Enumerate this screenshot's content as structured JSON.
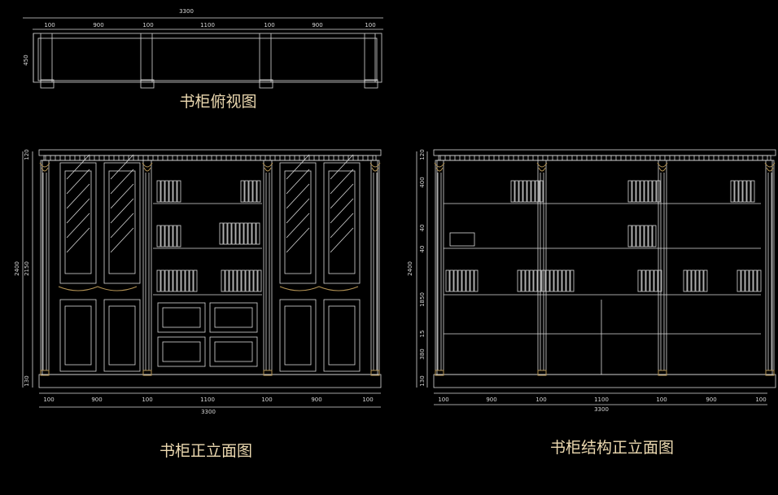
{
  "titles": {
    "top_view": "书柜俯视图",
    "front_elevation": "书柜正立面图",
    "structure_elevation": "书柜结构正立面图"
  },
  "top_view_dims": {
    "total": "3300",
    "segments": [
      "100",
      "900",
      "100",
      "1100",
      "100",
      "900",
      "100"
    ],
    "depth": "450"
  },
  "front_dims": {
    "total": "3300",
    "segments": [
      "100",
      "900",
      "100",
      "1100",
      "100",
      "900",
      "100"
    ],
    "height_total": "2400",
    "height_inner": "2150",
    "top": "120",
    "base": "130"
  },
  "structure_dims": {
    "total": "3300",
    "segments": [
      "100",
      "900",
      "100",
      "1100",
      "100",
      "900",
      "100"
    ],
    "height_total": "2400",
    "vertical": [
      "120",
      "400",
      "40",
      "40",
      "1850",
      "15",
      "380",
      "130"
    ]
  },
  "colors": {
    "background": "#000000",
    "line": "#d9d9d9",
    "accent": "#b49354",
    "caption": "#ecd9b0"
  }
}
